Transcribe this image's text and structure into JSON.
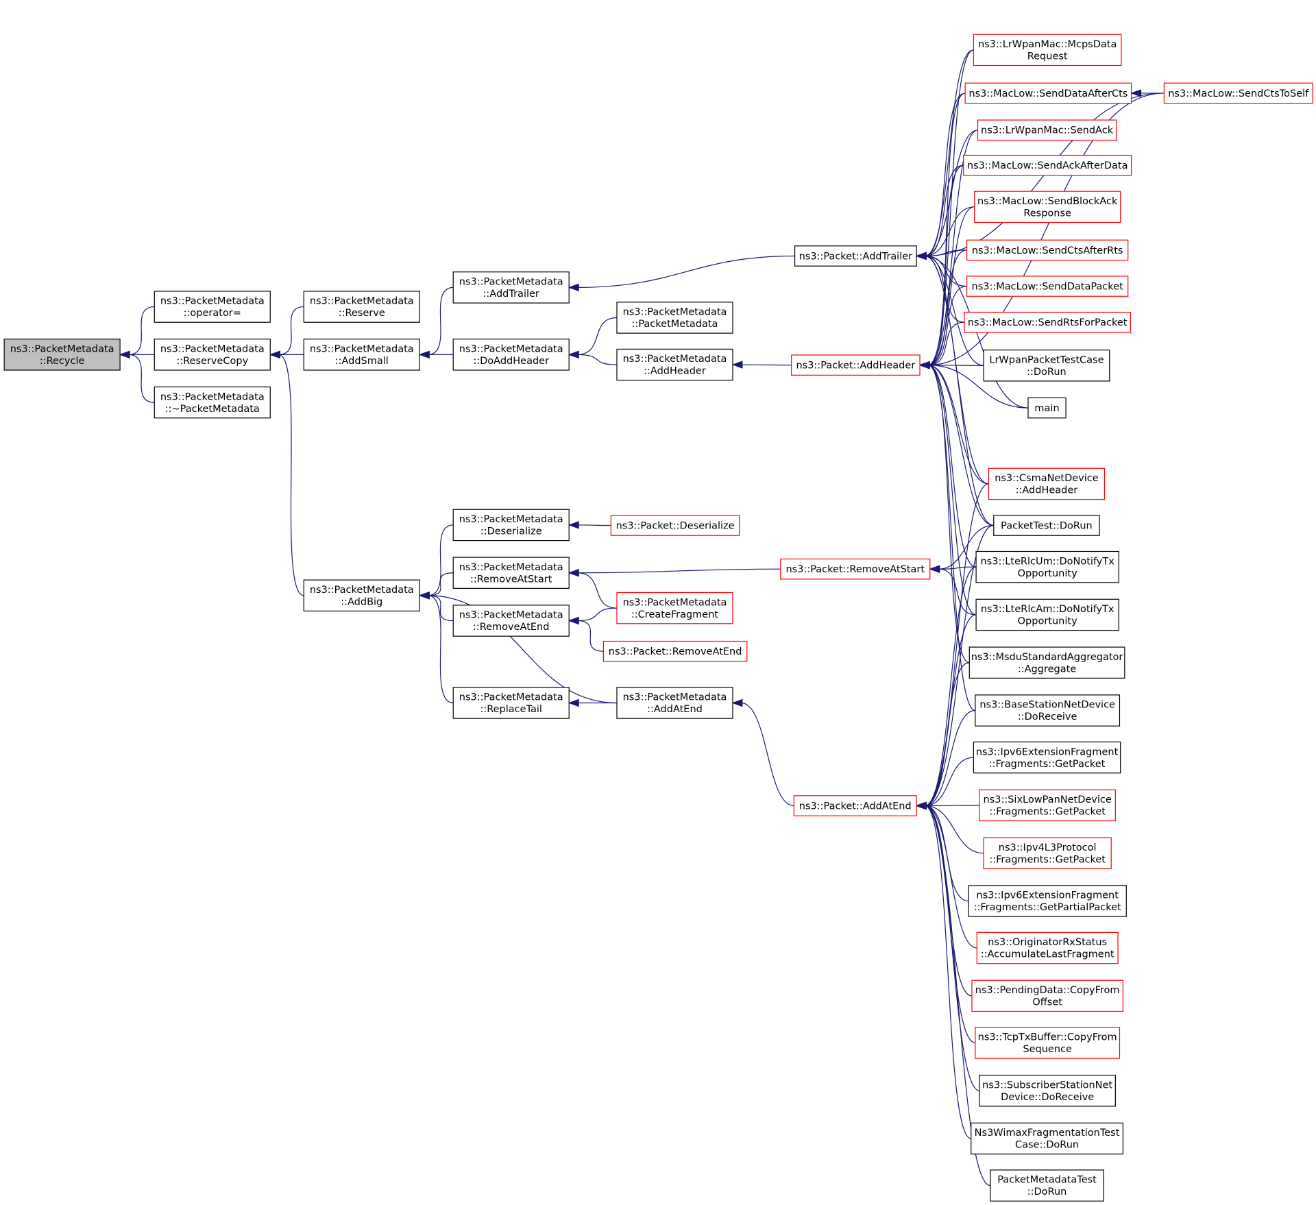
{
  "graph": {
    "kind": "caller-graph",
    "edge_color": "#191970",
    "node_border_plain": "#000000",
    "node_border_external": "#ff0000",
    "focus_fill": "#bfbfbf",
    "nodes": [
      {
        "id": "recycle",
        "lines": [
          "ns3::PacketMetadata",
          "::Recycle"
        ],
        "style": "focus"
      },
      {
        "id": "operator_eq",
        "lines": [
          "ns3::PacketMetadata",
          "::operator="
        ],
        "style": "plain"
      },
      {
        "id": "reservecopy",
        "lines": [
          "ns3::PacketMetadata",
          "::ReserveCopy"
        ],
        "style": "plain"
      },
      {
        "id": "destructor",
        "lines": [
          "ns3::PacketMetadata",
          "::~PacketMetadata"
        ],
        "style": "plain"
      },
      {
        "id": "reserve",
        "lines": [
          "ns3::PacketMetadata",
          "::Reserve"
        ],
        "style": "plain"
      },
      {
        "id": "addsmall",
        "lines": [
          "ns3::PacketMetadata",
          "::AddSmall"
        ],
        "style": "plain"
      },
      {
        "id": "addbig",
        "lines": [
          "ns3::PacketMetadata",
          "::AddBig"
        ],
        "style": "plain"
      },
      {
        "id": "pm_addtrailer",
        "lines": [
          "ns3::PacketMetadata",
          "::AddTrailer"
        ],
        "style": "plain"
      },
      {
        "id": "pm_doaddheader",
        "lines": [
          "ns3::PacketMetadata",
          "::DoAddHeader"
        ],
        "style": "plain"
      },
      {
        "id": "pm_deserialize",
        "lines": [
          "ns3::PacketMetadata",
          "::Deserialize"
        ],
        "style": "plain"
      },
      {
        "id": "pm_removeatstart",
        "lines": [
          "ns3::PacketMetadata",
          "::RemoveAtStart"
        ],
        "style": "plain"
      },
      {
        "id": "pm_removeatend",
        "lines": [
          "ns3::PacketMetadata",
          "::RemoveAtEnd"
        ],
        "style": "plain"
      },
      {
        "id": "pm_replacetail",
        "lines": [
          "ns3::PacketMetadata",
          "::ReplaceTail"
        ],
        "style": "plain"
      },
      {
        "id": "pm_ctor",
        "lines": [
          "ns3::PacketMetadata",
          "::PacketMetadata"
        ],
        "style": "plain"
      },
      {
        "id": "pm_addheader",
        "lines": [
          "ns3::PacketMetadata",
          "::AddHeader"
        ],
        "style": "plain"
      },
      {
        "id": "p_deserialize",
        "lines": [
          "ns3::Packet::Deserialize"
        ],
        "style": "red"
      },
      {
        "id": "pm_createfragment",
        "lines": [
          "ns3::PacketMetadata",
          "::CreateFragment"
        ],
        "style": "red"
      },
      {
        "id": "p_removeatend",
        "lines": [
          "ns3::Packet::RemoveAtEnd"
        ],
        "style": "red"
      },
      {
        "id": "pm_addatend",
        "lines": [
          "ns3::PacketMetadata",
          "::AddAtEnd"
        ],
        "style": "plain"
      },
      {
        "id": "p_addtrailer",
        "lines": [
          "ns3::Packet::AddTrailer"
        ],
        "style": "plain"
      },
      {
        "id": "p_addheader",
        "lines": [
          "ns3::Packet::AddHeader"
        ],
        "style": "red"
      },
      {
        "id": "p_removeatstart",
        "lines": [
          "ns3::Packet::RemoveAtStart"
        ],
        "style": "red"
      },
      {
        "id": "p_addatend",
        "lines": [
          "ns3::Packet::AddAtEnd"
        ],
        "style": "red"
      },
      {
        "id": "lrwpan_mcps",
        "lines": [
          "ns3::LrWpanMac::McpsData",
          "Request"
        ],
        "style": "red"
      },
      {
        "id": "maclow_senddataaftercts",
        "lines": [
          "ns3::MacLow::SendDataAfterCts"
        ],
        "style": "red"
      },
      {
        "id": "lrwpan_sendack",
        "lines": [
          "ns3::LrWpanMac::SendAck"
        ],
        "style": "red"
      },
      {
        "id": "maclow_sendackafterdata",
        "lines": [
          "ns3::MacLow::SendAckAfterData"
        ],
        "style": "red"
      },
      {
        "id": "maclow_sendblockack",
        "lines": [
          "ns3::MacLow::SendBlockAck",
          "Response"
        ],
        "style": "red"
      },
      {
        "id": "maclow_sendctsafterrts",
        "lines": [
          "ns3::MacLow::SendCtsAfterRts"
        ],
        "style": "red"
      },
      {
        "id": "maclow_senddatapacket",
        "lines": [
          "ns3::MacLow::SendDataPacket"
        ],
        "style": "red"
      },
      {
        "id": "maclow_sendrtsforpacket",
        "lines": [
          "ns3::MacLow::SendRtsForPacket"
        ],
        "style": "red"
      },
      {
        "id": "lrwpan_testcase",
        "lines": [
          "LrWpanPacketTestCase",
          "::DoRun"
        ],
        "style": "plain"
      },
      {
        "id": "main",
        "lines": [
          "main"
        ],
        "style": "plain"
      },
      {
        "id": "csma_addheader",
        "lines": [
          "ns3::CsmaNetDevice",
          "::AddHeader"
        ],
        "style": "red"
      },
      {
        "id": "packettest",
        "lines": [
          "PacketTest::DoRun"
        ],
        "style": "plain"
      },
      {
        "id": "lterlcum",
        "lines": [
          "ns3::LteRlcUm::DoNotifyTx",
          "Opportunity"
        ],
        "style": "plain"
      },
      {
        "id": "lterlcam",
        "lines": [
          "ns3::LteRlcAm::DoNotifyTx",
          "Opportunity"
        ],
        "style": "plain"
      },
      {
        "id": "msdu",
        "lines": [
          "ns3::MsduStandardAggregator",
          "::Aggregate"
        ],
        "style": "plain"
      },
      {
        "id": "basestation",
        "lines": [
          "ns3::BaseStationNetDevice",
          "::DoReceive"
        ],
        "style": "plain"
      },
      {
        "id": "ipv6frag",
        "lines": [
          "ns3::Ipv6ExtensionFragment",
          "::Fragments::GetPacket"
        ],
        "style": "plain"
      },
      {
        "id": "sixlowpan",
        "lines": [
          "ns3::SixLowPanNetDevice",
          "::Fragments::GetPacket"
        ],
        "style": "red"
      },
      {
        "id": "ipv4l3",
        "lines": [
          "ns3::Ipv4L3Protocol",
          "::Fragments::GetPacket"
        ],
        "style": "red"
      },
      {
        "id": "ipv6partial",
        "lines": [
          "ns3::Ipv6ExtensionFragment",
          "::Fragments::GetPartialPacket"
        ],
        "style": "plain"
      },
      {
        "id": "originator",
        "lines": [
          "ns3::OriginatorRxStatus",
          "::AccumulateLastFragment"
        ],
        "style": "red"
      },
      {
        "id": "pendingdata",
        "lines": [
          "ns3::PendingData::CopyFrom",
          "Offset"
        ],
        "style": "red"
      },
      {
        "id": "tcptxbuffer",
        "lines": [
          "ns3::TcpTxBuffer::CopyFrom",
          "Sequence"
        ],
        "style": "red"
      },
      {
        "id": "subscriber",
        "lines": [
          "ns3::SubscriberStationNet",
          "Device::DoReceive"
        ],
        "style": "plain"
      },
      {
        "id": "wimaxfrag",
        "lines": [
          "Ns3WimaxFragmentationTest",
          "Case::DoRun"
        ],
        "style": "plain"
      },
      {
        "id": "pmtest",
        "lines": [
          "PacketMetadataTest",
          "::DoRun"
        ],
        "style": "plain"
      },
      {
        "id": "maclow_sendctstoself",
        "lines": [
          "ns3::MacLow::SendCtsToSelf"
        ],
        "style": "red"
      }
    ],
    "edges": [
      [
        "operator_eq",
        "recycle"
      ],
      [
        "reservecopy",
        "recycle"
      ],
      [
        "destructor",
        "recycle"
      ],
      [
        "reserve",
        "reservecopy"
      ],
      [
        "addsmall",
        "reservecopy"
      ],
      [
        "addbig",
        "reservecopy"
      ],
      [
        "pm_addtrailer",
        "addsmall"
      ],
      [
        "pm_doaddheader",
        "addsmall"
      ],
      [
        "pm_deserialize",
        "addbig"
      ],
      [
        "pm_removeatstart",
        "addbig"
      ],
      [
        "pm_removeatend",
        "addbig"
      ],
      [
        "pm_replacetail",
        "addbig"
      ],
      [
        "pm_addatend",
        "addbig"
      ],
      [
        "p_addtrailer",
        "pm_addtrailer"
      ],
      [
        "pm_ctor",
        "pm_doaddheader"
      ],
      [
        "pm_addheader",
        "pm_doaddheader"
      ],
      [
        "p_addheader",
        "pm_addheader"
      ],
      [
        "p_deserialize",
        "pm_deserialize"
      ],
      [
        "p_removeatstart",
        "pm_removeatstart"
      ],
      [
        "pm_createfragment",
        "pm_removeatstart"
      ],
      [
        "pm_createfragment",
        "pm_removeatend"
      ],
      [
        "p_removeatend",
        "pm_removeatend"
      ],
      [
        "pm_addatend",
        "pm_replacetail"
      ],
      [
        "p_addatend",
        "pm_addatend"
      ],
      [
        "lrwpan_mcps",
        "p_addtrailer"
      ],
      [
        "maclow_senddataaftercts",
        "p_addtrailer"
      ],
      [
        "lrwpan_sendack",
        "p_addtrailer"
      ],
      [
        "maclow_sendackafterdata",
        "p_addtrailer"
      ],
      [
        "maclow_sendblockack",
        "p_addtrailer"
      ],
      [
        "maclow_sendctsafterrts",
        "p_addtrailer"
      ],
      [
        "maclow_senddatapacket",
        "p_addtrailer"
      ],
      [
        "maclow_sendrtsforpacket",
        "p_addtrailer"
      ],
      [
        "lrwpan_testcase",
        "p_addtrailer"
      ],
      [
        "main",
        "p_addtrailer"
      ],
      [
        "csma_addheader",
        "p_addtrailer"
      ],
      [
        "packettest",
        "p_addtrailer"
      ],
      [
        "maclow_sendctstoself",
        "p_addtrailer"
      ],
      [
        "lrwpan_mcps",
        "p_addheader"
      ],
      [
        "maclow_senddataaftercts",
        "p_addheader"
      ],
      [
        "lrwpan_sendack",
        "p_addheader"
      ],
      [
        "maclow_sendackafterdata",
        "p_addheader"
      ],
      [
        "maclow_sendblockack",
        "p_addheader"
      ],
      [
        "maclow_sendctsafterrts",
        "p_addheader"
      ],
      [
        "maclow_senddatapacket",
        "p_addheader"
      ],
      [
        "maclow_sendrtsforpacket",
        "p_addheader"
      ],
      [
        "lrwpan_testcase",
        "p_addheader"
      ],
      [
        "main",
        "p_addheader"
      ],
      [
        "csma_addheader",
        "p_addheader"
      ],
      [
        "packettest",
        "p_addheader"
      ],
      [
        "lterlcum",
        "p_addheader"
      ],
      [
        "lterlcam",
        "p_addheader"
      ],
      [
        "msdu",
        "p_addheader"
      ],
      [
        "basestation",
        "p_addheader"
      ],
      [
        "maclow_sendctstoself",
        "p_addheader"
      ],
      [
        "maclow_sendctstoself",
        "maclow_senddataaftercts"
      ],
      [
        "packettest",
        "p_removeatstart"
      ],
      [
        "lterlcum",
        "p_removeatstart"
      ],
      [
        "lterlcam",
        "p_removeatstart"
      ],
      [
        "csma_addheader",
        "p_addatend"
      ],
      [
        "packettest",
        "p_addatend"
      ],
      [
        "lterlcum",
        "p_addatend"
      ],
      [
        "lterlcam",
        "p_addatend"
      ],
      [
        "msdu",
        "p_addatend"
      ],
      [
        "basestation",
        "p_addatend"
      ],
      [
        "ipv6frag",
        "p_addatend"
      ],
      [
        "sixlowpan",
        "p_addatend"
      ],
      [
        "ipv4l3",
        "p_addatend"
      ],
      [
        "ipv6partial",
        "p_addatend"
      ],
      [
        "originator",
        "p_addatend"
      ],
      [
        "pendingdata",
        "p_addatend"
      ],
      [
        "tcptxbuffer",
        "p_addatend"
      ],
      [
        "subscriber",
        "p_addatend"
      ],
      [
        "wimaxfrag",
        "p_addatend"
      ],
      [
        "pmtest",
        "p_addatend"
      ]
    ]
  }
}
